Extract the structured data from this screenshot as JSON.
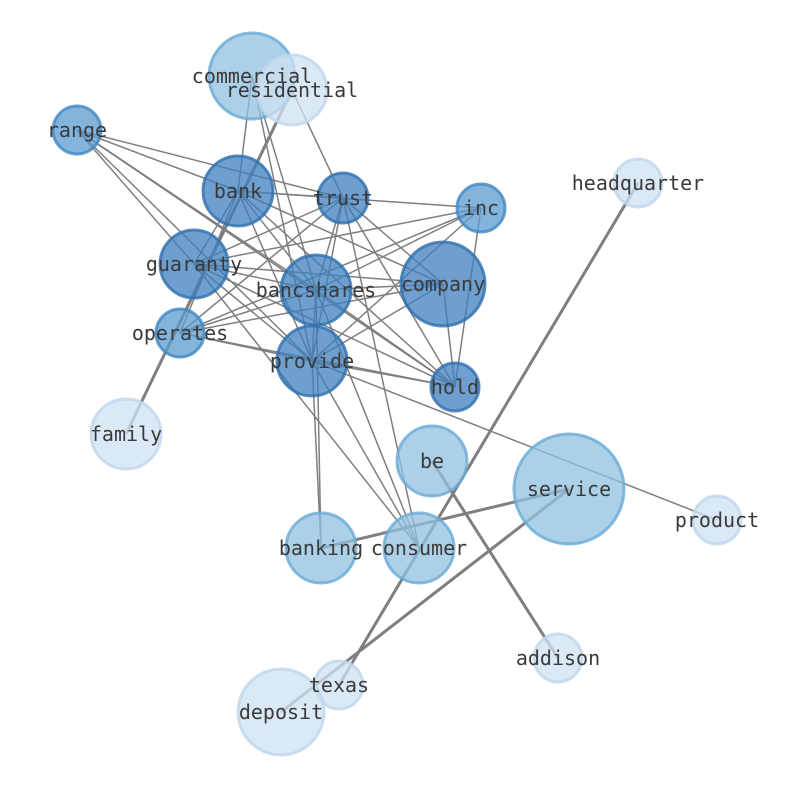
{
  "colors": {
    "background": "#ffffff",
    "edge": "#7f7f7f",
    "label": "#3a3a3a",
    "tier_dark": "#3d7fbf",
    "tier_mid": "#5a9bd0",
    "tier_light": "#8fc0e0",
    "tier_pale": "#cfe0f2"
  },
  "nodes": [
    {
      "id": "commercial",
      "label": "commercial",
      "tier": "light"
    },
    {
      "id": "residential",
      "label": "residential",
      "tier": "pale"
    },
    {
      "id": "range",
      "label": "range",
      "tier": "mid"
    },
    {
      "id": "bank",
      "label": "bank",
      "tier": "dark"
    },
    {
      "id": "trust",
      "label": "trust",
      "tier": "dark"
    },
    {
      "id": "inc",
      "label": "inc",
      "tier": "mid"
    },
    {
      "id": "headquarter",
      "label": "headquarter",
      "tier": "pale"
    },
    {
      "id": "guaranty",
      "label": "guaranty",
      "tier": "dark"
    },
    {
      "id": "bancshares",
      "label": "bancshares",
      "tier": "dark"
    },
    {
      "id": "company",
      "label": "company",
      "tier": "dark"
    },
    {
      "id": "operates",
      "label": "operates",
      "tier": "mid"
    },
    {
      "id": "provide",
      "label": "provide",
      "tier": "dark"
    },
    {
      "id": "hold",
      "label": "hold",
      "tier": "dark"
    },
    {
      "id": "family",
      "label": "family",
      "tier": "pale"
    },
    {
      "id": "be",
      "label": "be",
      "tier": "light"
    },
    {
      "id": "service",
      "label": "service",
      "tier": "light"
    },
    {
      "id": "product",
      "label": "product",
      "tier": "pale"
    },
    {
      "id": "banking",
      "label": "banking",
      "tier": "light"
    },
    {
      "id": "consumer",
      "label": "consumer",
      "tier": "light"
    },
    {
      "id": "addison",
      "label": "addison",
      "tier": "pale"
    },
    {
      "id": "texas",
      "label": "texas",
      "tier": "pale"
    },
    {
      "id": "deposit",
      "label": "deposit",
      "tier": "pale"
    }
  ],
  "edges": [
    [
      "range",
      "bank"
    ],
    [
      "range",
      "trust"
    ],
    [
      "range",
      "guaranty"
    ],
    [
      "range",
      "bancshares"
    ],
    [
      "range",
      "provide"
    ],
    [
      "range",
      "hold"
    ],
    [
      "commercial",
      "bank"
    ],
    [
      "commercial",
      "bancshares"
    ],
    [
      "commercial",
      "provide"
    ],
    [
      "residential",
      "trust"
    ],
    [
      "residential",
      "family"
    ],
    [
      "bank",
      "trust"
    ],
    [
      "bank",
      "inc"
    ],
    [
      "bank",
      "guaranty"
    ],
    [
      "bank",
      "bancshares"
    ],
    [
      "bank",
      "company"
    ],
    [
      "bank",
      "operates"
    ],
    [
      "bank",
      "provide"
    ],
    [
      "bank",
      "hold"
    ],
    [
      "trust",
      "guaranty"
    ],
    [
      "trust",
      "bancshares"
    ],
    [
      "trust",
      "company"
    ],
    [
      "trust",
      "operates"
    ],
    [
      "trust",
      "provide"
    ],
    [
      "trust",
      "hold"
    ],
    [
      "trust",
      "consumer"
    ],
    [
      "inc",
      "guaranty"
    ],
    [
      "inc",
      "bancshares"
    ],
    [
      "inc",
      "operates"
    ],
    [
      "inc",
      "provide"
    ],
    [
      "inc",
      "hold"
    ],
    [
      "guaranty",
      "bancshares"
    ],
    [
      "guaranty",
      "company"
    ],
    [
      "guaranty",
      "provide"
    ],
    [
      "guaranty",
      "hold"
    ],
    [
      "guaranty",
      "consumer"
    ],
    [
      "bancshares",
      "company"
    ],
    [
      "bancshares",
      "operates"
    ],
    [
      "bancshares",
      "provide"
    ],
    [
      "bancshares",
      "hold"
    ],
    [
      "bancshares",
      "banking"
    ],
    [
      "bancshares",
      "consumer"
    ],
    [
      "company",
      "operates"
    ],
    [
      "company",
      "provide"
    ],
    [
      "company",
      "hold"
    ],
    [
      "operates",
      "provide"
    ],
    [
      "operates",
      "hold"
    ],
    [
      "provide",
      "hold"
    ],
    [
      "provide",
      "banking"
    ],
    [
      "provide",
      "consumer"
    ],
    [
      "provide",
      "product"
    ],
    [
      "headquarter",
      "texas"
    ],
    [
      "be",
      "addison"
    ],
    [
      "banking",
      "service"
    ],
    [
      "service",
      "deposit"
    ]
  ]
}
